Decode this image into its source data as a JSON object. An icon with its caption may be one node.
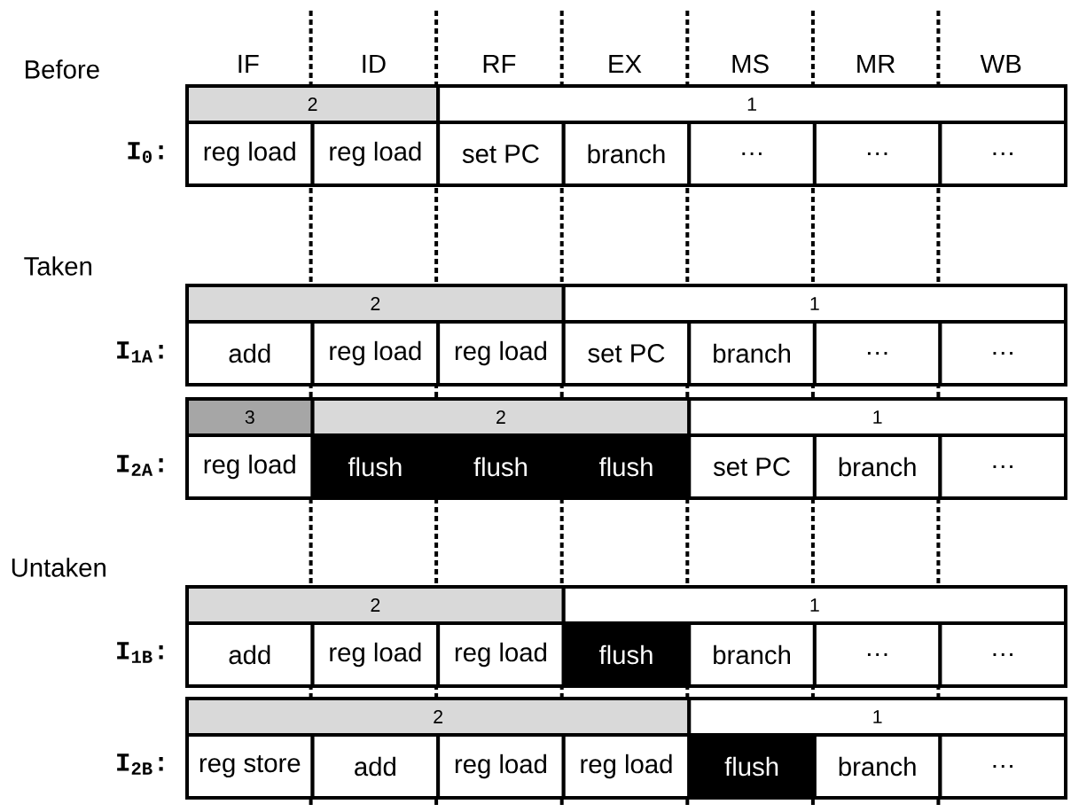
{
  "diagram": {
    "nodes": [
      {
        "text": [
          "2"
        ]
      },
      {
        "text": [
          "1"
        ]
      },
      {
        "text": [
          "reg load"
        ]
      },
      {
        "text": [
          "reg load"
        ]
      },
      {
        "text": [
          "set PC"
        ]
      },
      {
        "text": [
          "branch"
        ]
      },
      {
        "text": [
          "…"
        ]
      },
      {
        "text": [
          "…"
        ]
      },
      {
        "text": [
          "…"
        ]
      },
      {
        "text": [
          "2"
        ]
      },
      {
        "text": [
          "1"
        ]
      },
      {
        "text": [
          "add"
        ]
      },
      {
        "text": [
          "reg load"
        ]
      },
      {
        "text": [
          "reg load"
        ]
      },
      {
        "text": [
          "set PC"
        ]
      },
      {
        "text": [
          "branch"
        ]
      },
      {
        "text": [
          "…"
        ]
      },
      {
        "text": [
          "…"
        ]
      },
      {
        "text": [
          "3"
        ]
      },
      {
        "text": [
          "2"
        ]
      },
      {
        "text": [
          "1"
        ]
      },
      {
        "text": [
          "reg load"
        ]
      },
      {
        "text": [
          "flush"
        ]
      },
      {
        "text": [
          "flush"
        ]
      },
      {
        "text": [
          "flush"
        ]
      },
      {
        "text": [
          "set PC"
        ]
      },
      {
        "text": [
          "branch"
        ]
      },
      {
        "text": [
          "…"
        ]
      },
      {
        "text": [
          "2"
        ]
      },
      {
        "text": [
          "1"
        ]
      },
      {
        "text": [
          "add"
        ]
      },
      {
        "text": [
          "reg load"
        ]
      },
      {
        "text": [
          "reg load"
        ]
      },
      {
        "text": [
          "flush"
        ]
      },
      {
        "text": [
          "branch"
        ]
      },
      {
        "text": [
          "…"
        ]
      },
      {
        "text": [
          "…"
        ]
      },
      {
        "text": [
          "2"
        ]
      },
      {
        "text": [
          "1"
        ]
      },
      {
        "text": [
          "reg store"
        ]
      },
      {
        "text": [
          "add"
        ]
      },
      {
        "text": [
          "reg load"
        ]
      },
      {
        "text": [
          "reg load"
        ]
      },
      {
        "text": [
          "flush"
        ]
      },
      {
        "text": [
          "branch"
        ]
      },
      {
        "text": [
          "…"
        ]
      }
    ],
    "labels": [
      "Before",
      "IF",
      "ID",
      "RF",
      "EX",
      "MS",
      "MR",
      "WB",
      "I$_{0}$:",
      "Taken",
      "I$_{1A}$:",
      "I$_{2A}$:",
      "Untaken",
      "I$_{1B}$:",
      "I$_{2B}$:"
    ]
  }
}
